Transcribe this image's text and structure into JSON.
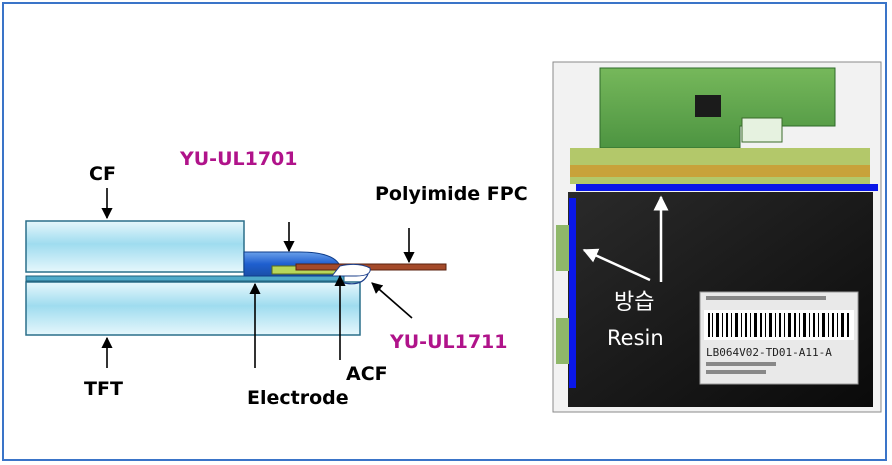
{
  "diagram": {
    "labels": {
      "cf": "CF",
      "tft": "TFT",
      "yu_ul1701": "YU-UL1701",
      "yu_ul1711": "YU-UL1711",
      "polyimide_fpc": "Polyimide FPC",
      "electrode": "Electrode",
      "acf": "ACF"
    },
    "colors": {
      "product_label": "#b0138a",
      "glass_fill": "#bfe9f6",
      "resin_fill": "#2b6fd6",
      "acf_fill": "#b7d65a",
      "fpc_fill": "#a44a2a",
      "text": "#000000"
    }
  },
  "photo": {
    "labels": {
      "korean": "방습",
      "resin": "Resin"
    },
    "sticker_lines": [
      "LB064V02-TD01-A11-A"
    ],
    "colors": {
      "highlight_bar": "#0a17e8",
      "panel": "#111111",
      "pcb": "#5aa24a"
    }
  }
}
